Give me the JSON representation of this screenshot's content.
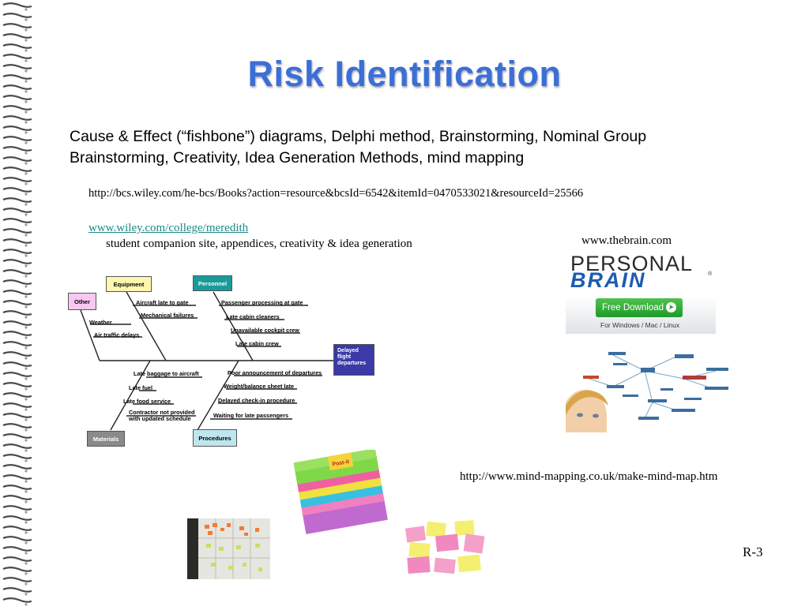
{
  "slide": {
    "title": "Risk Identification",
    "intro_line1": "Cause & Effect (“fishbone”) diagrams, Delphi method, Brainstorming, Nominal Group",
    "intro_line2": "Brainstorming, Creativity, Idea Generation Methods, mind mapping",
    "url_wiley_books": "http://bcs.wiley.com/he-bcs/Books?action=resource&bcsId=6542&itemId=0470533021&resourceId=25566",
    "link_meredith": "www.wiley.com/college/meredith",
    "meredith_desc": "student companion site, appendices, creativity & idea generation",
    "thebrain_url": "www.thebrain.com",
    "mindmap_url": "http://www.mind-mapping.co.uk/make-mind-map.htm",
    "page_number": "R-3"
  },
  "fishbone": {
    "categories": {
      "other": "Other",
      "equipment": "Equipment",
      "personnel": "Personnel",
      "materials": "Materials",
      "procedures": "Procedures",
      "effect": "Delayed flight departures"
    },
    "other_causes": [
      "Weather",
      "Air traffic delays"
    ],
    "equipment_causes": [
      "Aircraft late to gate",
      "Mechanical failures"
    ],
    "personnel_causes": [
      "Passenger processing at gate",
      "Late cabin cleaners",
      "Unavailable cockpit crew",
      "Late cabin crew"
    ],
    "materials_causes": [
      "Late baggage to aircraft",
      "Late fuel",
      "Late food service",
      "Contractor not provided with updated schedule"
    ],
    "procedures_causes": [
      "Poor announcement of departures",
      "Weight/balance sheet late",
      "Delayed check-in procedure",
      "Waiting for late passengers"
    ],
    "colors": {
      "other": "#f9c8f0",
      "equipment": "#fff7b0",
      "personnel": "#1a9a9a",
      "materials": "#8a8a8a",
      "procedures": "#bfe6ef",
      "effect": "#3a3aa8"
    }
  },
  "brain_ad": {
    "brand_top": "PERSONAL",
    "brand_bottom": "BRAIN",
    "reg_mark": "®",
    "button": "Free Download",
    "platforms": "For Windows / Mac / Linux"
  },
  "images": {
    "postit_label": "Post-it"
  }
}
